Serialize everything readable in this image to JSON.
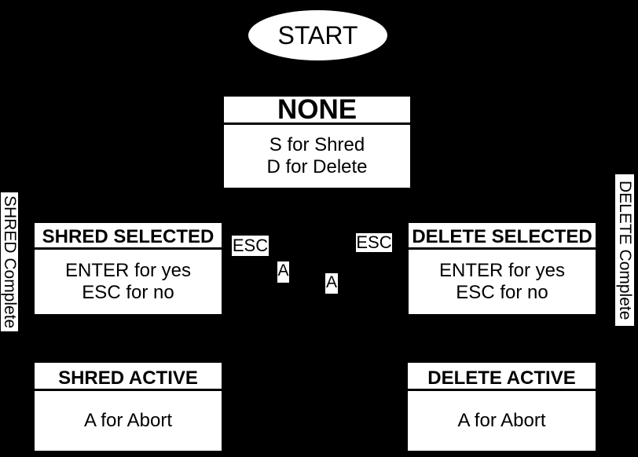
{
  "colors": {
    "background": "#000000",
    "node_fill": "#ffffff",
    "node_text": "#000000"
  },
  "start_node": {
    "label": "START"
  },
  "states": {
    "none": {
      "title": "NONE",
      "lines": [
        "S for Shred",
        "D for Delete"
      ]
    },
    "shred_selected": {
      "title": "SHRED SELECTED",
      "lines": [
        "ENTER for yes",
        "ESC for no"
      ]
    },
    "delete_selected": {
      "title": "DELETE SELECTED",
      "lines": [
        "ENTER for yes",
        "ESC for no"
      ]
    },
    "shred_active": {
      "title": "SHRED ACTIVE",
      "lines": [
        "A for Abort"
      ]
    },
    "delete_active": {
      "title": "DELETE ACTIVE",
      "lines": [
        "A for Abort"
      ]
    }
  },
  "edge_labels": {
    "esc_left": "ESC",
    "esc_right": "ESC",
    "a_left": "A",
    "a_right": "A"
  },
  "side_labels": {
    "left": "SHRED Complete",
    "right": "DELETE Complete"
  }
}
